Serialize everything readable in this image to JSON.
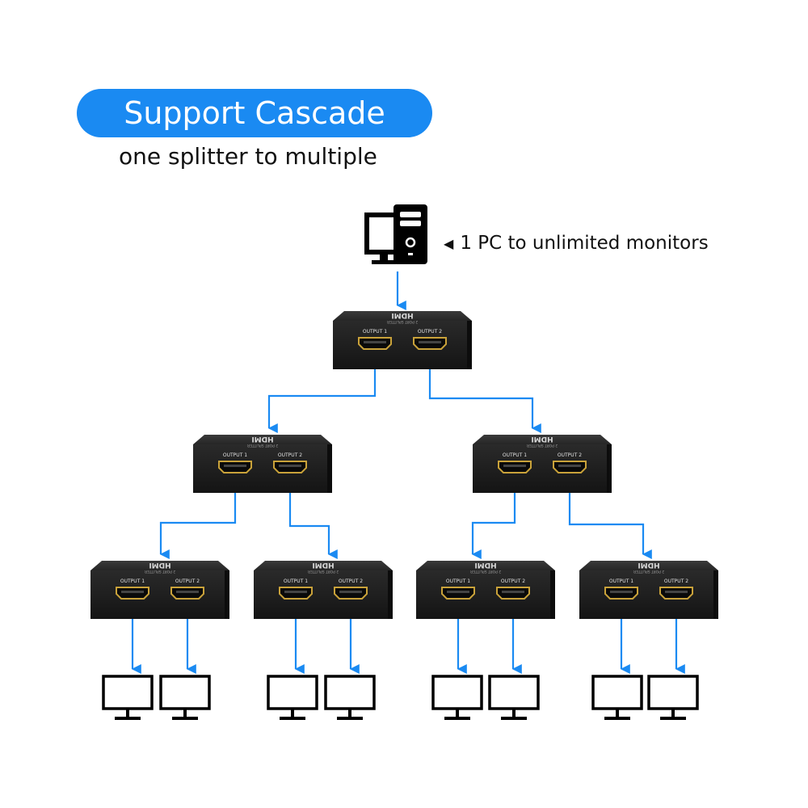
{
  "header": {
    "title": "Support Cascade",
    "subtitle": "one splitter to multiple"
  },
  "source": {
    "label": "1 PC to unlimited monitors",
    "icon": "desktop-computer-icon"
  },
  "splitter": {
    "brand": "HDMI",
    "model": "2 PORT SPLITTER",
    "port_labels": [
      "OUTPUT 1",
      "OUTPUT 2"
    ]
  },
  "colors": {
    "accent": "#1a8af2",
    "arrow": "#1a8af2",
    "device_body": "#1f1f1f",
    "port_gold": "#c9a23a"
  },
  "tree": {
    "levels": 3,
    "splitters_per_level": [
      1,
      2,
      4
    ],
    "monitor_count": 8
  }
}
